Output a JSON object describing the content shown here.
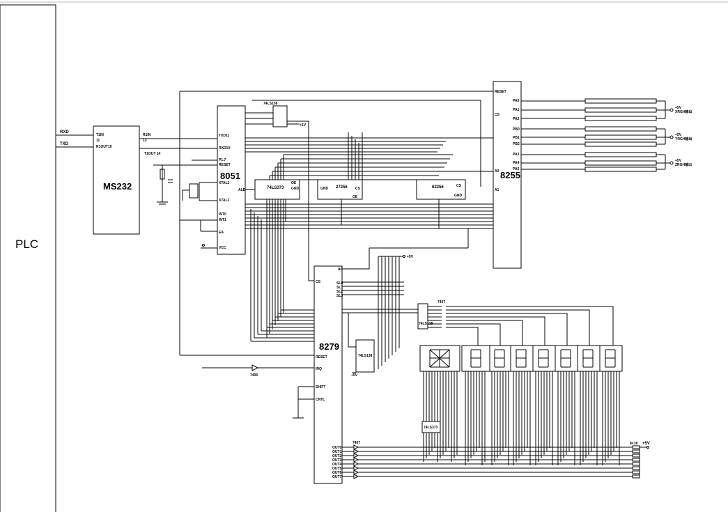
{
  "plc": {
    "label": "PLC"
  },
  "ms232": {
    "label": "MS232",
    "pins": [
      "T1IN",
      "11",
      "R1OUT10"
    ],
    "signals": [
      "RXD",
      "TXD"
    ],
    "out_pins": [
      "R1IN",
      "13",
      "T1OUT 14"
    ]
  },
  "mcu8051": {
    "label": "8051",
    "pins": [
      "TXD11",
      "RXD10",
      "P1.7",
      "RESET",
      "XTAL1",
      "XTAL2",
      "ALE",
      "INT0",
      "INT1",
      "EA",
      "VCC"
    ]
  },
  "latch": {
    "label": "74LS373",
    "pins": [
      "OE",
      "GND"
    ]
  },
  "eprom": {
    "label": "27256",
    "pins": [
      "GND",
      "CS",
      "OE"
    ]
  },
  "sram": {
    "label": "62256",
    "pins": [
      "CS",
      "GND"
    ]
  },
  "ppi8255": {
    "label": "8255",
    "pins": [
      "RESET",
      "CS",
      "A0",
      "A1"
    ],
    "port_pins": [
      "PA0",
      "PA1",
      "PA2",
      "PB0",
      "PB1",
      "PB2",
      "PA3",
      "PA4",
      "PA5"
    ],
    "out_labels": [
      "+5V",
      "XRGH输出",
      "YRGH输出",
      "ZRGH输出"
    ]
  },
  "kbd8279": {
    "label": "8279",
    "pins": [
      "A0",
      "SL0",
      "SL1",
      "SL2",
      "SL3",
      "CS",
      "RESET",
      "IRQ",
      "SHIFT",
      "CNTL"
    ],
    "ret_pins": [
      "OUT0",
      "OUT1",
      "OUT2",
      "OUT3",
      "OUT4",
      "OUT5",
      "OUT6",
      "OUT7"
    ]
  },
  "gates": {
    "inverter": "7406",
    "buffer": "7407",
    "dec_top": "74LS138",
    "dec_mid": "74LS138",
    "dec_bot": "74LS373"
  },
  "supply": {
    "vcc": "+5V",
    "label_8x": "8×1K"
  },
  "colors": {
    "line": "#000000",
    "background": "#ffffff"
  }
}
